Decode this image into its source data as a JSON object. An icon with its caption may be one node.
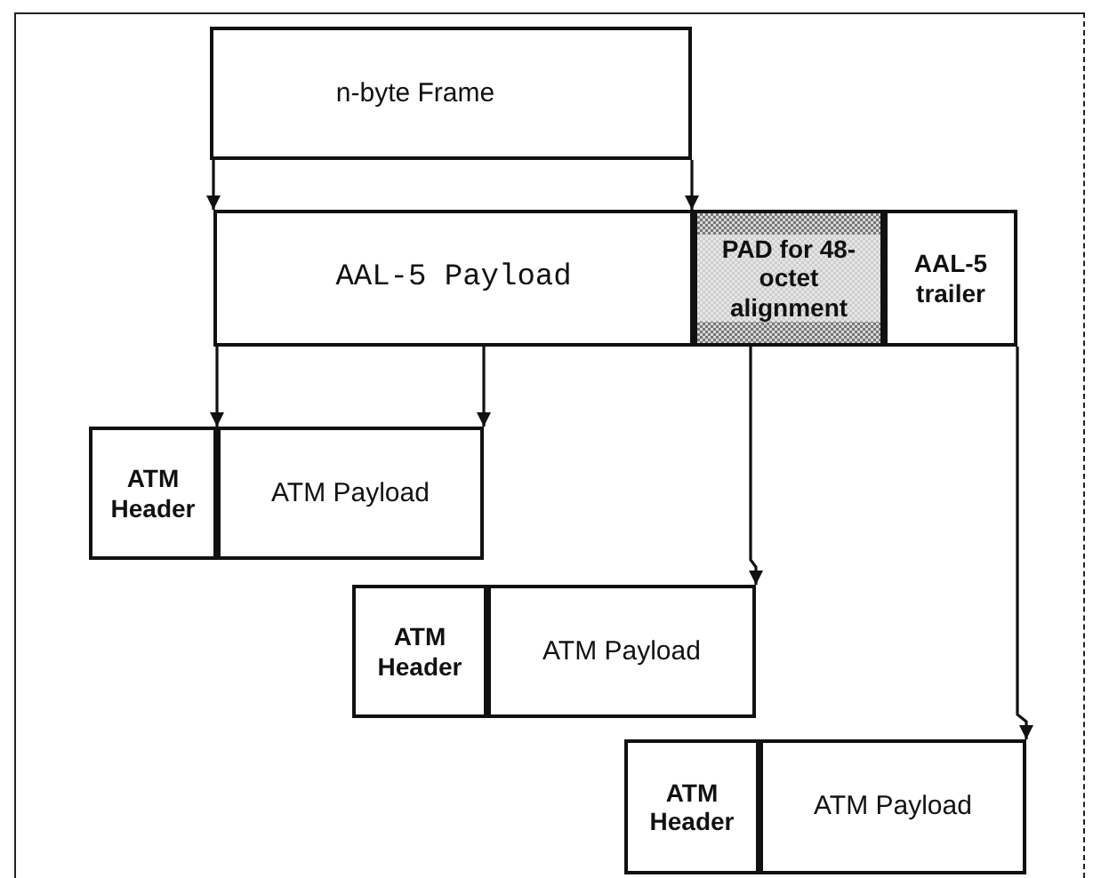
{
  "diagram": {
    "nodes": [
      {
        "text": [
          "n-byte Frame"
        ]
      },
      {
        "text": [
          "AAL-5 Payload"
        ]
      },
      {
        "text": [
          "PAD for 48-octet alignment"
        ]
      },
      {
        "text": [
          "AAL-5 trailer"
        ]
      },
      {
        "text": [
          "ATM Header"
        ]
      },
      {
        "text": [
          "ATM Payload"
        ]
      },
      {
        "text": [
          "ATM Header"
        ]
      },
      {
        "text": [
          "ATM Payload"
        ]
      },
      {
        "text": [
          "ATM Header"
        ]
      },
      {
        "text": [
          "ATM Payload"
        ]
      }
    ],
    "edges": [
      {
        "from": 0,
        "to": 1,
        "arrow": "to"
      },
      {
        "from": 0,
        "to": 1,
        "arrow": "to"
      },
      {
        "from": 1,
        "to": 5,
        "arrow": "to"
      },
      {
        "from": 1,
        "to": 5,
        "arrow": "to"
      },
      {
        "from": 2,
        "to": 7,
        "arrow": "to"
      },
      {
        "from": 3,
        "to": 9,
        "arrow": "to"
      }
    ]
  }
}
